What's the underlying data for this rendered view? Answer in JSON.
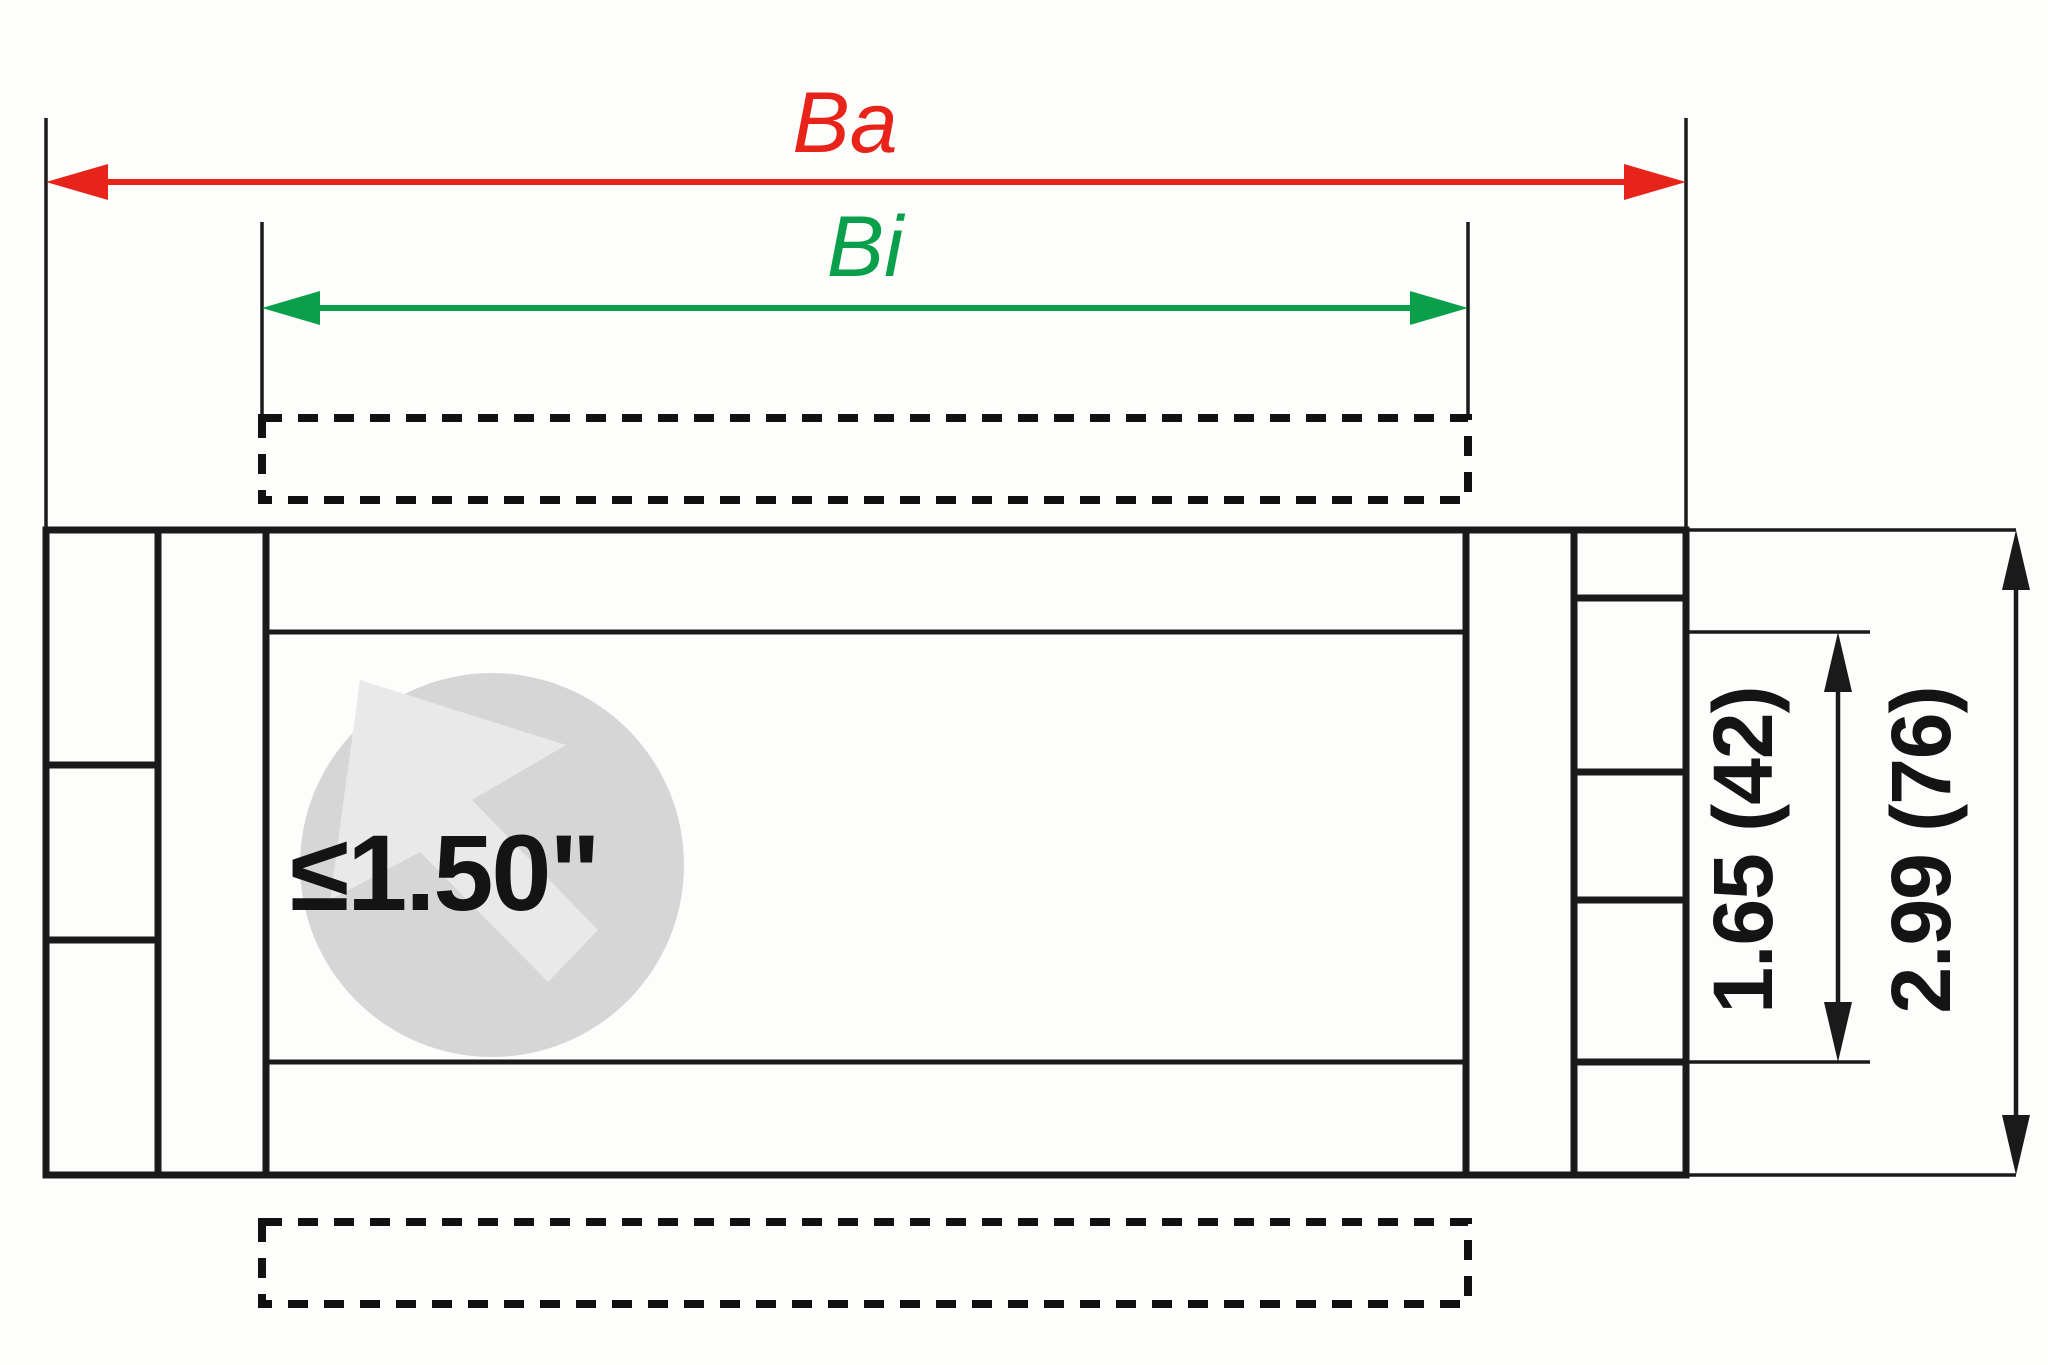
{
  "drawing": {
    "title": "Bearing housing dimensional drawing",
    "background_color": "#fdfdfb",
    "line_color": "#1a1a1a"
  },
  "dimensions": {
    "overall_width": {
      "label": "Ba",
      "color": "#e8231a",
      "description": "Outer overall width dimension",
      "arrow_style": "double-ended"
    },
    "inner_width": {
      "label": "Bi",
      "color": "#0aa04b",
      "description": "Inner width dimension",
      "arrow_style": "double-ended"
    },
    "inner_height": {
      "label": "1.65 (42)",
      "color": "#1a1a1a",
      "orientation": "vertical",
      "inch_value": "1.65",
      "mm_value": "42"
    },
    "outer_height": {
      "label": "2.99 (76)",
      "color": "#1a1a1a",
      "orientation": "vertical",
      "inch_value": "2.99",
      "mm_value": "76"
    }
  },
  "callout": {
    "text": "≤1.50\"",
    "description": "Maximum shaft diameter callout",
    "comparator": "≤",
    "value": "1.50",
    "unit": "\""
  },
  "watermark": {
    "shape": "circle-with-cursor",
    "circle_color": "#d6d6d6",
    "cursor_color": "#e9e9e9"
  }
}
